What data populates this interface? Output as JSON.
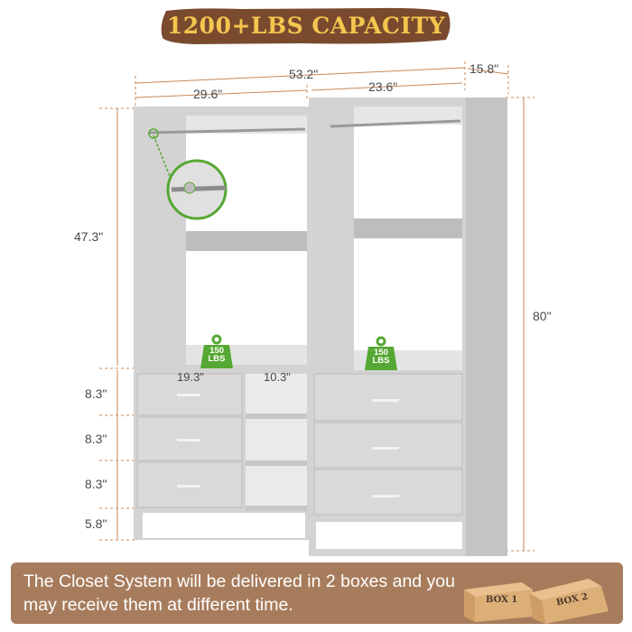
{
  "banner": {
    "text": "1200+LBS CAPACITY"
  },
  "dimensions": {
    "total_width": "53.2\"",
    "depth": "15.8\"",
    "left_width": "29.6\"",
    "right_width": "23.6\"",
    "hanging_height": "47.3\"",
    "total_height": "80\"",
    "drawer_width": "19.3\"",
    "shelf_width": "10.3\"",
    "drawer_heights": [
      "8.3\"",
      "8.3\"",
      "8.3\""
    ],
    "base_height": "5.8\""
  },
  "weight_badges": [
    {
      "line1": "150",
      "line2": "LBS"
    },
    {
      "line1": "150",
      "line2": "LBS"
    }
  ],
  "footer": {
    "text": "The Closet System will be delivered in 2 boxes and you may receive them at different time.",
    "boxes": [
      "BOX 1",
      "BOX 2"
    ]
  },
  "colors": {
    "banner_bg": "#7a4a2e",
    "banner_text": "#f3c64e",
    "footer_bg": "#a77c5c",
    "closet": "#d8d8d8",
    "badge": "#56a834"
  }
}
